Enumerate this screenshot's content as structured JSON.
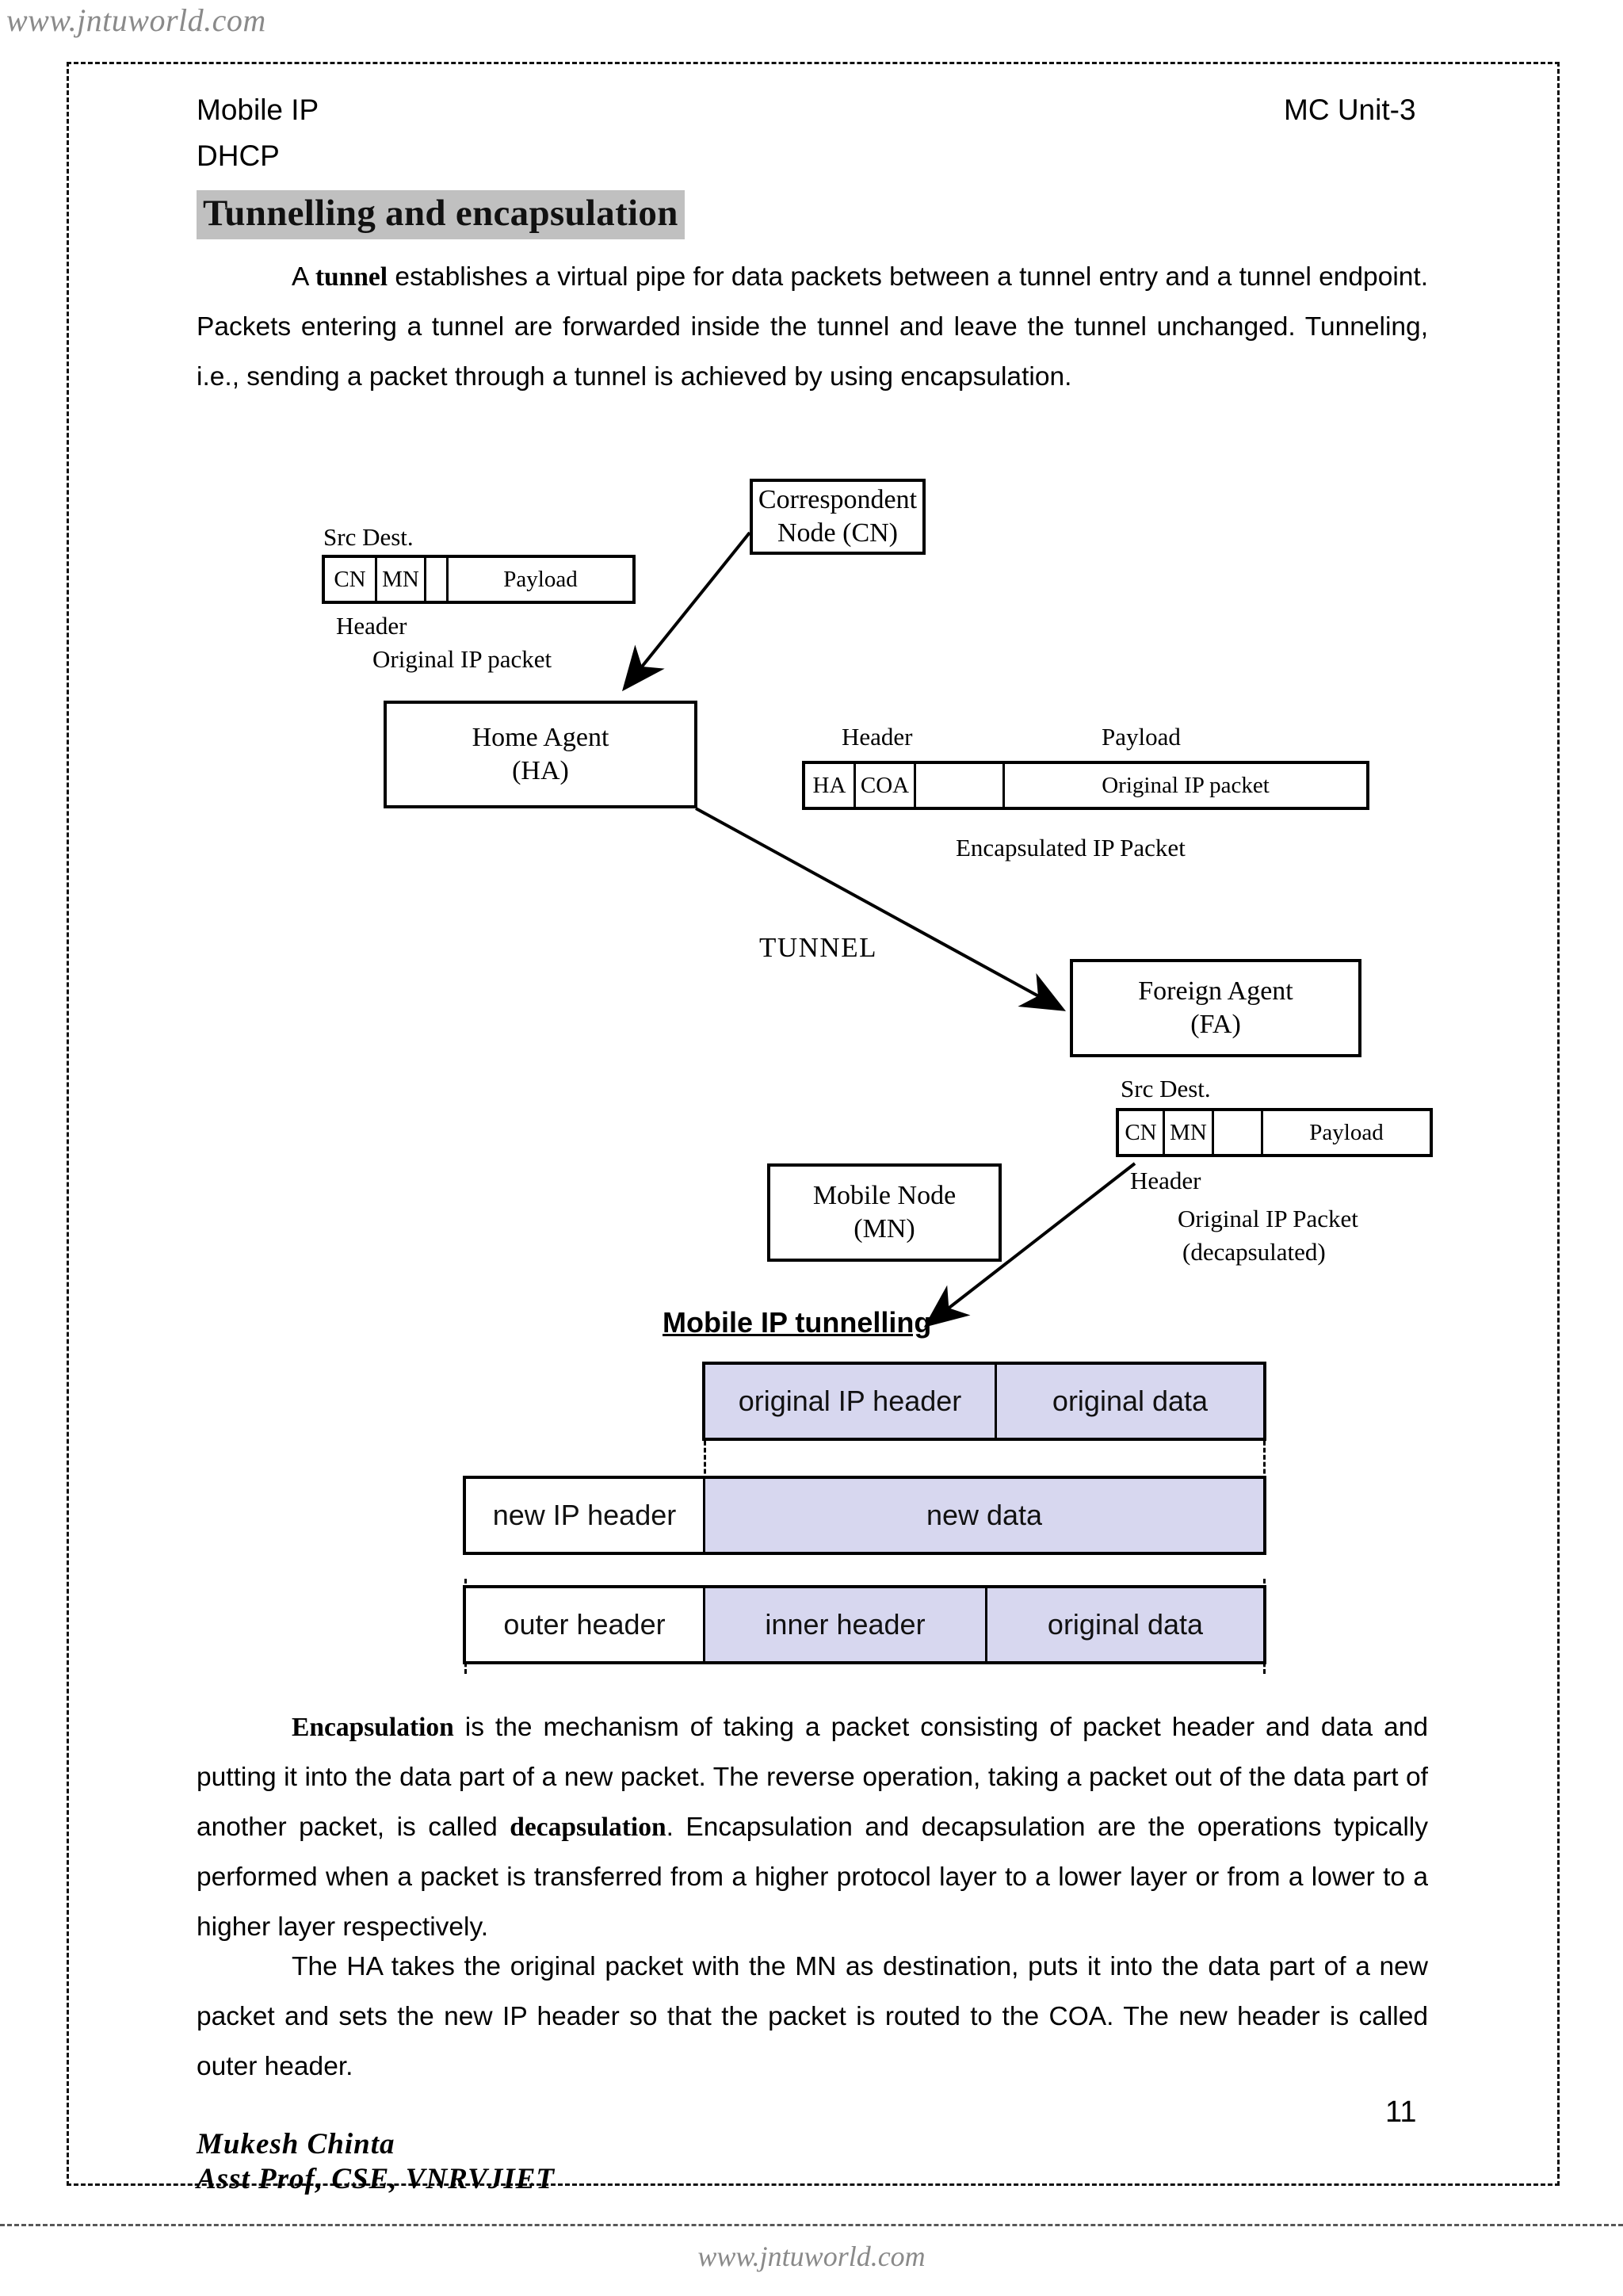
{
  "watermark": {
    "top": "www.jntuworld.com",
    "bottom": "www.jntuworld.com"
  },
  "header": {
    "left_line1": "Mobile IP",
    "left_line2": "DHCP",
    "right": "MC Unit-3"
  },
  "section": {
    "title": "Tunnelling and encapsulation"
  },
  "paragraphs": {
    "intro_lead": "A ",
    "intro_bold": "tunnel",
    "intro_rest": " establishes a virtual pipe for data packets between a tunnel entry and a tunnel endpoint. Packets entering a tunnel are forwarded inside the tunnel and leave the tunnel unchanged. Tunneling, i.e., sending a packet through a tunnel is achieved by using encapsulation.",
    "encap_bold1": "Encapsulation",
    "encap_mid": " is the mechanism of taking a packet consisting of packet header and data and putting it into the data part of a new packet. The reverse operation, taking a packet out of the data part of another packet, is called ",
    "encap_bold2": "decapsulation",
    "encap_rest": ". Encapsulation and decapsulation are the operations typically performed when a packet is transferred from a higher protocol layer to a lower layer or from a lower to a higher layer respectively.",
    "ha_text": "The HA takes the original packet with the MN as destination, puts it into the data part of a new packet and sets the new IP header so that the packet is routed to the COA. The new header is called outer header."
  },
  "figure1": {
    "caption": "Mobile IP tunnelling",
    "tunnel_label": "TUNNEL",
    "nodes": [
      {
        "line1": "Correspondent",
        "line2": "Node (CN)"
      },
      {
        "line1": "Home Agent",
        "line2": "(HA)"
      },
      {
        "line1": "Foreign Agent",
        "line2": "(FA)"
      },
      {
        "line1": "Mobile Node",
        "line2": "(MN)"
      }
    ],
    "packet_original": {
      "top_label": "Src Dest.",
      "bottom_label": "Header",
      "caption": "Original IP packet",
      "cells": [
        "CN",
        "MN",
        "",
        "Payload"
      ]
    },
    "packet_encapsulated": {
      "label_header": "Header",
      "label_payload": "Payload",
      "caption": "Encapsulated  IP  Packet",
      "cells": [
        "HA",
        "COA",
        "",
        "Original  IP  packet"
      ]
    },
    "packet_decapsulated": {
      "top_label": "Src Dest.",
      "bottom_label": "Header",
      "caption_line1": "Original  IP  Packet",
      "caption_line2": "(decapsulated)",
      "cells": [
        "CN",
        "MN",
        "",
        "Payload"
      ]
    }
  },
  "figure2": {
    "rows": [
      {
        "name": "original-packet",
        "cells": [
          {
            "text": "original IP header",
            "filled": true
          },
          {
            "text": "original data",
            "filled": true
          }
        ]
      },
      {
        "name": "new-packet",
        "cells": [
          {
            "text": "new IP header",
            "filled": false
          },
          {
            "text": "new data",
            "filled": true
          }
        ]
      },
      {
        "name": "tunnelled-packet",
        "cells": [
          {
            "text": "outer header",
            "filled": false
          },
          {
            "text": "inner header",
            "filled": true
          },
          {
            "text": "original data",
            "filled": true
          }
        ]
      }
    ],
    "fill_color": "#d7d7ef"
  },
  "footer": {
    "signature_name": "Mukesh Chinta",
    "signature_role": "Asst Prof, CSE, VNRVJIET",
    "page_number": "11"
  }
}
